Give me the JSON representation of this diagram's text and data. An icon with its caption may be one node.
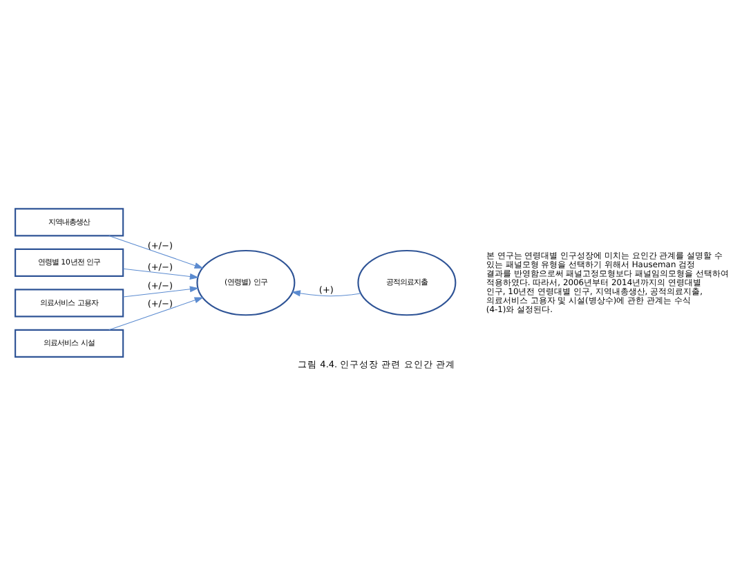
{
  "diagram": {
    "caption": "그림 4.4. 인구성장 관련 요인간 관계",
    "nodes": [
      {
        "text": [
          "지역내총생산"
        ]
      },
      {
        "text": [
          "연령별 10년전 인구"
        ]
      },
      {
        "text": [
          "의료서비스 고용자"
        ]
      },
      {
        "text": [
          "의료서비스 시설"
        ]
      },
      {
        "text": [
          "(연령별) 인구"
        ]
      },
      {
        "text": [
          "공적의료지출"
        ]
      }
    ],
    "edges": [
      {
        "from": 0,
        "to": 4,
        "arrow": "to",
        "label": "(+/−)"
      },
      {
        "from": 1,
        "to": 4,
        "arrow": "to",
        "label": "(+/−)"
      },
      {
        "from": 2,
        "to": 4,
        "arrow": "to",
        "label": "(+/−)"
      },
      {
        "from": 3,
        "to": 4,
        "arrow": "to",
        "label": "(+/−)"
      },
      {
        "from": 5,
        "to": 4,
        "arrow": "to",
        "label": "(+)"
      }
    ],
    "labels": [
      "본 연구는 연령대별 인구성장에 미치는 요인간 관계를 설명할 수 있는 패널모형 유형을 선택하기 위해서 Hauseman 검정 결과를 반영함으로써 패널고정모형보다 패널임의모형을 선택하여 적용하였다. 따라서, 2006년부터 2014년까지의 연령대별 인구, 10년전 연령대별 인구, 지역내총생산, 공적의료지출, 의료서비스 고용자 및 시설(병상수)에 관한 관계는 수식 (4-1)와 설정된다."
    ]
  }
}
